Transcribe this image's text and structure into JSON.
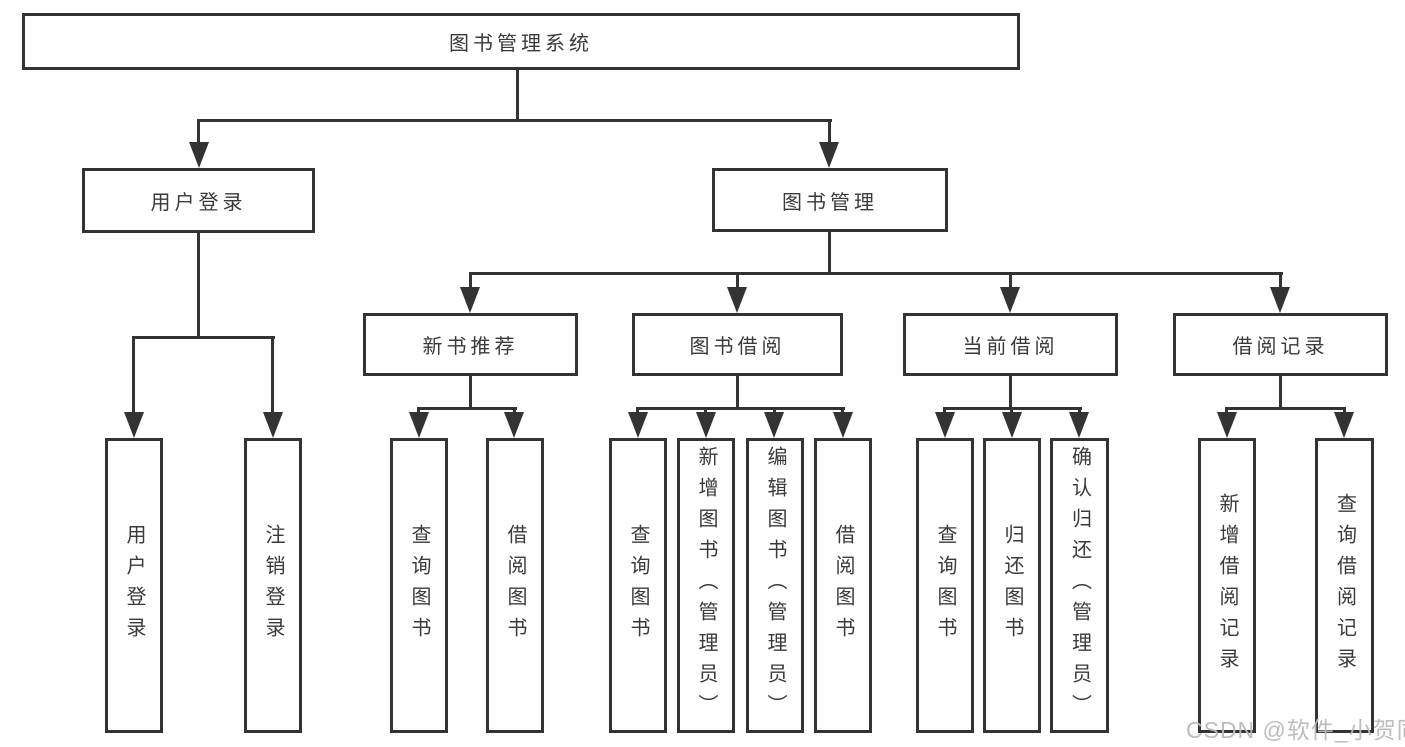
{
  "tree": {
    "label": "图书管理系统",
    "children": [
      {
        "label": "用户登录",
        "children": [
          {
            "label": "用户登录"
          },
          {
            "label": "注销登录"
          }
        ]
      },
      {
        "label": "图书管理",
        "children": [
          {
            "label": "新书推荐",
            "children": [
              {
                "label": "查询图书"
              },
              {
                "label": "借阅图书"
              }
            ]
          },
          {
            "label": "图书借阅",
            "children": [
              {
                "label": "查询图书"
              },
              {
                "label": "新增图书（管理员）"
              },
              {
                "label": "编辑图书（管理员）"
              },
              {
                "label": "借阅图书"
              }
            ]
          },
          {
            "label": "当前借阅",
            "children": [
              {
                "label": "查询图书"
              },
              {
                "label": "归还图书"
              },
              {
                "label": "确认归还（管理员）"
              }
            ]
          },
          {
            "label": "借阅记录",
            "children": [
              {
                "label": "新增借阅记录"
              },
              {
                "label": "查询借阅记录"
              }
            ]
          }
        ]
      }
    ]
  },
  "watermark": {
    "text": "CSDN @软件_小贺同学"
  },
  "colors": {
    "line": "#333333",
    "text": "#3a3a3a",
    "background": "#ffffff",
    "watermark": "#b9b9b9"
  }
}
